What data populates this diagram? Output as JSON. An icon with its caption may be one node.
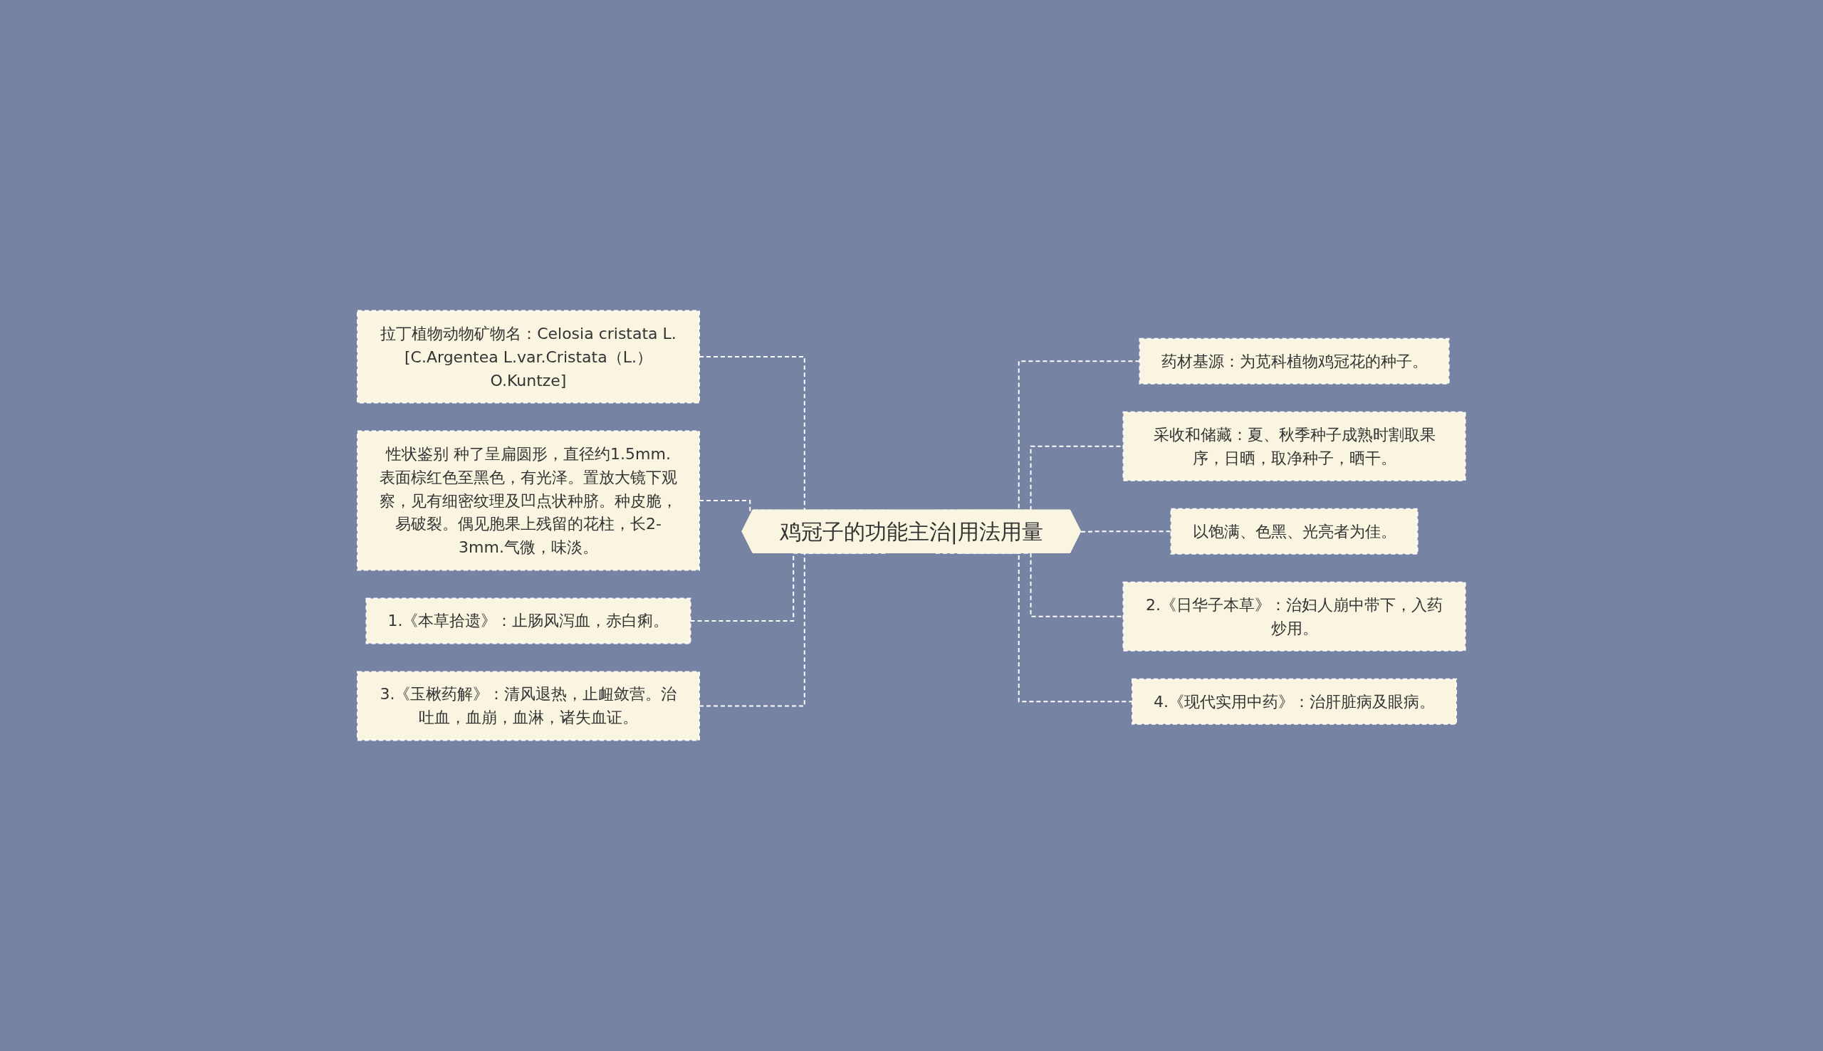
{
  "diagram": {
    "nodes": [
      {
        "text": [
          "鸡冠子的功能主治|用法用量"
        ]
      },
      {
        "text": [
          "拉丁植物动物矿物名：Celosia cristata L.[C.Argentea L.var.Cristata（L.）O.Kuntze]"
        ]
      },
      {
        "text": [
          "性状鉴别 种了呈扁圆形，直径约1.5mm.表面棕红色至黑色，有光泽。置放大镜下观察，见有细密纹理及凹点状种脐。种皮脆，易破裂。偶见胞果上残留的花柱，长2-3mm.气微，味淡。"
        ]
      },
      {
        "text": [
          "1.《本草拾遗》：止肠风泻血，赤白痢。"
        ]
      },
      {
        "text": [
          "3.《玉楸药解》：清风退热，止衄敛营。治吐血，血崩，血淋，诸失血证。"
        ]
      },
      {
        "text": [
          "药材基源：为苋科植物鸡冠花的种子。"
        ]
      },
      {
        "text": [
          "采收和储藏：夏、秋季种子成熟时割取果序，日晒，取净种子，晒干。"
        ]
      },
      {
        "text": [
          "以饱满、色黑、光亮者为佳。"
        ]
      },
      {
        "text": [
          "2.《日华子本草》：治妇人崩中带下，入药炒用。"
        ]
      },
      {
        "text": [
          "4.《现代实用中药》：治肝脏病及眼病。"
        ]
      }
    ],
    "edges": [
      {
        "from": 1,
        "to": 0,
        "arrow": "none",
        "style": "dashed"
      },
      {
        "from": 2,
        "to": 0,
        "arrow": "none",
        "style": "dashed"
      },
      {
        "from": 3,
        "to": 0,
        "arrow": "none",
        "style": "dashed"
      },
      {
        "from": 4,
        "to": 0,
        "arrow": "none",
        "style": "dashed"
      },
      {
        "from": 0,
        "to": 5,
        "arrow": "none",
        "style": "dashed"
      },
      {
        "from": 0,
        "to": 6,
        "arrow": "none",
        "style": "dashed"
      },
      {
        "from": 0,
        "to": 7,
        "arrow": "none",
        "style": "dashed"
      },
      {
        "from": 0,
        "to": 8,
        "arrow": "none",
        "style": "dashed"
      },
      {
        "from": 0,
        "to": 9,
        "arrow": "none",
        "style": "dashed"
      }
    ]
  }
}
